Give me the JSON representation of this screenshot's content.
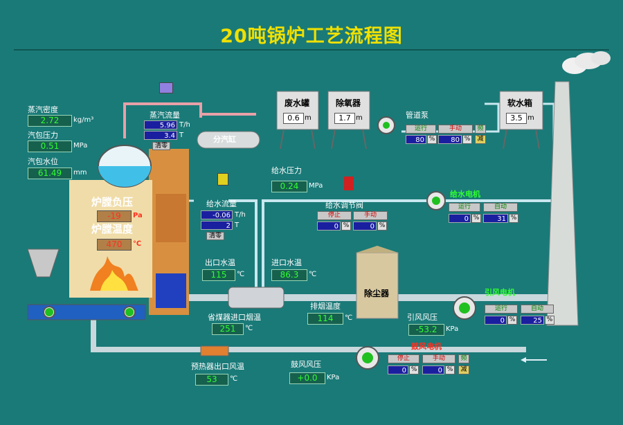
{
  "title": "20吨锅炉工艺流程图",
  "steam_density": {
    "label": "蒸汽密度",
    "value": "2.72",
    "unit": "kg/m³"
  },
  "drum_pressure": {
    "label": "汽包压力",
    "value": "0.51",
    "unit": "MPa"
  },
  "drum_level": {
    "label": "汽包水位",
    "value": "61.49",
    "unit": "mm"
  },
  "steam_flow": {
    "label": "蒸汽流量",
    "rate": "5.96",
    "rate_unit": "T/h",
    "total": "3.4",
    "total_unit": "T",
    "clear": "清零"
  },
  "header_vessel": {
    "label": "分汽缸"
  },
  "waste_tank": {
    "label": "废水罐",
    "value": "0.6",
    "unit": "m"
  },
  "deaerator": {
    "label": "除氧器",
    "value": "1.7",
    "unit": "m"
  },
  "soft_tank": {
    "label": "软水箱",
    "value": "3.5",
    "unit": "m"
  },
  "pipe_pump": {
    "label": "管道泵",
    "run": "运行",
    "manual": "手动",
    "ind": "频",
    "val1": "80",
    "val2": "80",
    "pct": "%",
    "ind2": "减"
  },
  "feed_pressure": {
    "label": "给水压力",
    "value": "0.24",
    "unit": "MPa"
  },
  "feed_valve": {
    "label": "给水调节阀",
    "stop": "停止",
    "manual": "手动",
    "val1": "0",
    "val2": "0",
    "pct": "%"
  },
  "feed_motor": {
    "label": "给水电机",
    "run": "运行",
    "auto": "自动",
    "val1": "0",
    "val2": "31",
    "pct": "%"
  },
  "furnace_neg_pressure": {
    "label": "炉膛负压",
    "value": "-19",
    "unit": "Pa"
  },
  "furnace_temp": {
    "label": "炉膛温度",
    "value": "470",
    "unit": "℃"
  },
  "feed_flow": {
    "label": "给水流量",
    "rate": "-0.06",
    "rate_unit": "T/h",
    "total": "2",
    "total_unit": "T",
    "clear": "清零"
  },
  "outlet_water_temp": {
    "label": "出口水温",
    "value": "115",
    "unit": "℃"
  },
  "inlet_water_temp": {
    "label": "进口水温",
    "value": "86.3",
    "unit": "℃"
  },
  "economizer_inlet_temp": {
    "label": "省煤器进口烟温",
    "value": "251",
    "unit": "℃"
  },
  "exhaust_temp": {
    "label": "排烟温度",
    "value": "114",
    "unit": "℃"
  },
  "dust_collector": {
    "label": "除尘器"
  },
  "induced_pressure": {
    "label": "引风风压",
    "value": "-53.2",
    "unit": "KPa"
  },
  "induced_motor": {
    "label": "引风电机",
    "run": "运行",
    "auto": "自动",
    "val1": "0",
    "val2": "25",
    "pct": "%"
  },
  "preheater_outlet_temp": {
    "label": "预热器出口风温",
    "value": "53",
    "unit": "℃"
  },
  "blower_pressure": {
    "label": "鼓风风压",
    "value": "+0.0",
    "unit": "KPa"
  },
  "blower_motor": {
    "label": "鼓风电机",
    "stop": "停止",
    "manual": "手动",
    "ind": "频",
    "val1": "0",
    "val2": "0",
    "pct": "%",
    "ind2": "减"
  }
}
